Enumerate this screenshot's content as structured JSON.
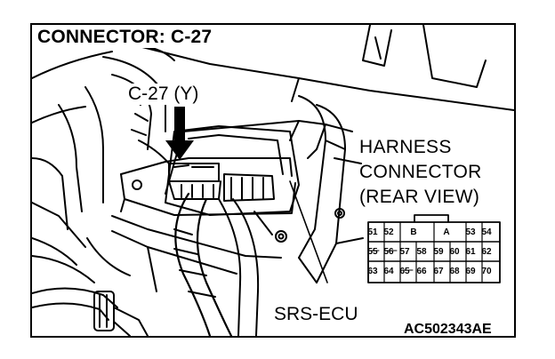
{
  "title": "CONNECTOR: C-27",
  "connector_label": "C-27 (Y)",
  "harness_label": {
    "line1": "HARNESS",
    "line2": "CONNECTOR",
    "line3": "(REAR VIEW)"
  },
  "ecu_label": "SRS-ECU",
  "figure_code": "AC502343AE",
  "pin_rows": [
    [
      "51",
      "52",
      "B",
      "A",
      "53",
      "54"
    ],
    [
      "55",
      "56",
      "57",
      "58",
      "59",
      "60",
      "61",
      "62"
    ],
    [
      "63",
      "64",
      "65",
      "66",
      "67",
      "68",
      "69",
      "70"
    ]
  ]
}
